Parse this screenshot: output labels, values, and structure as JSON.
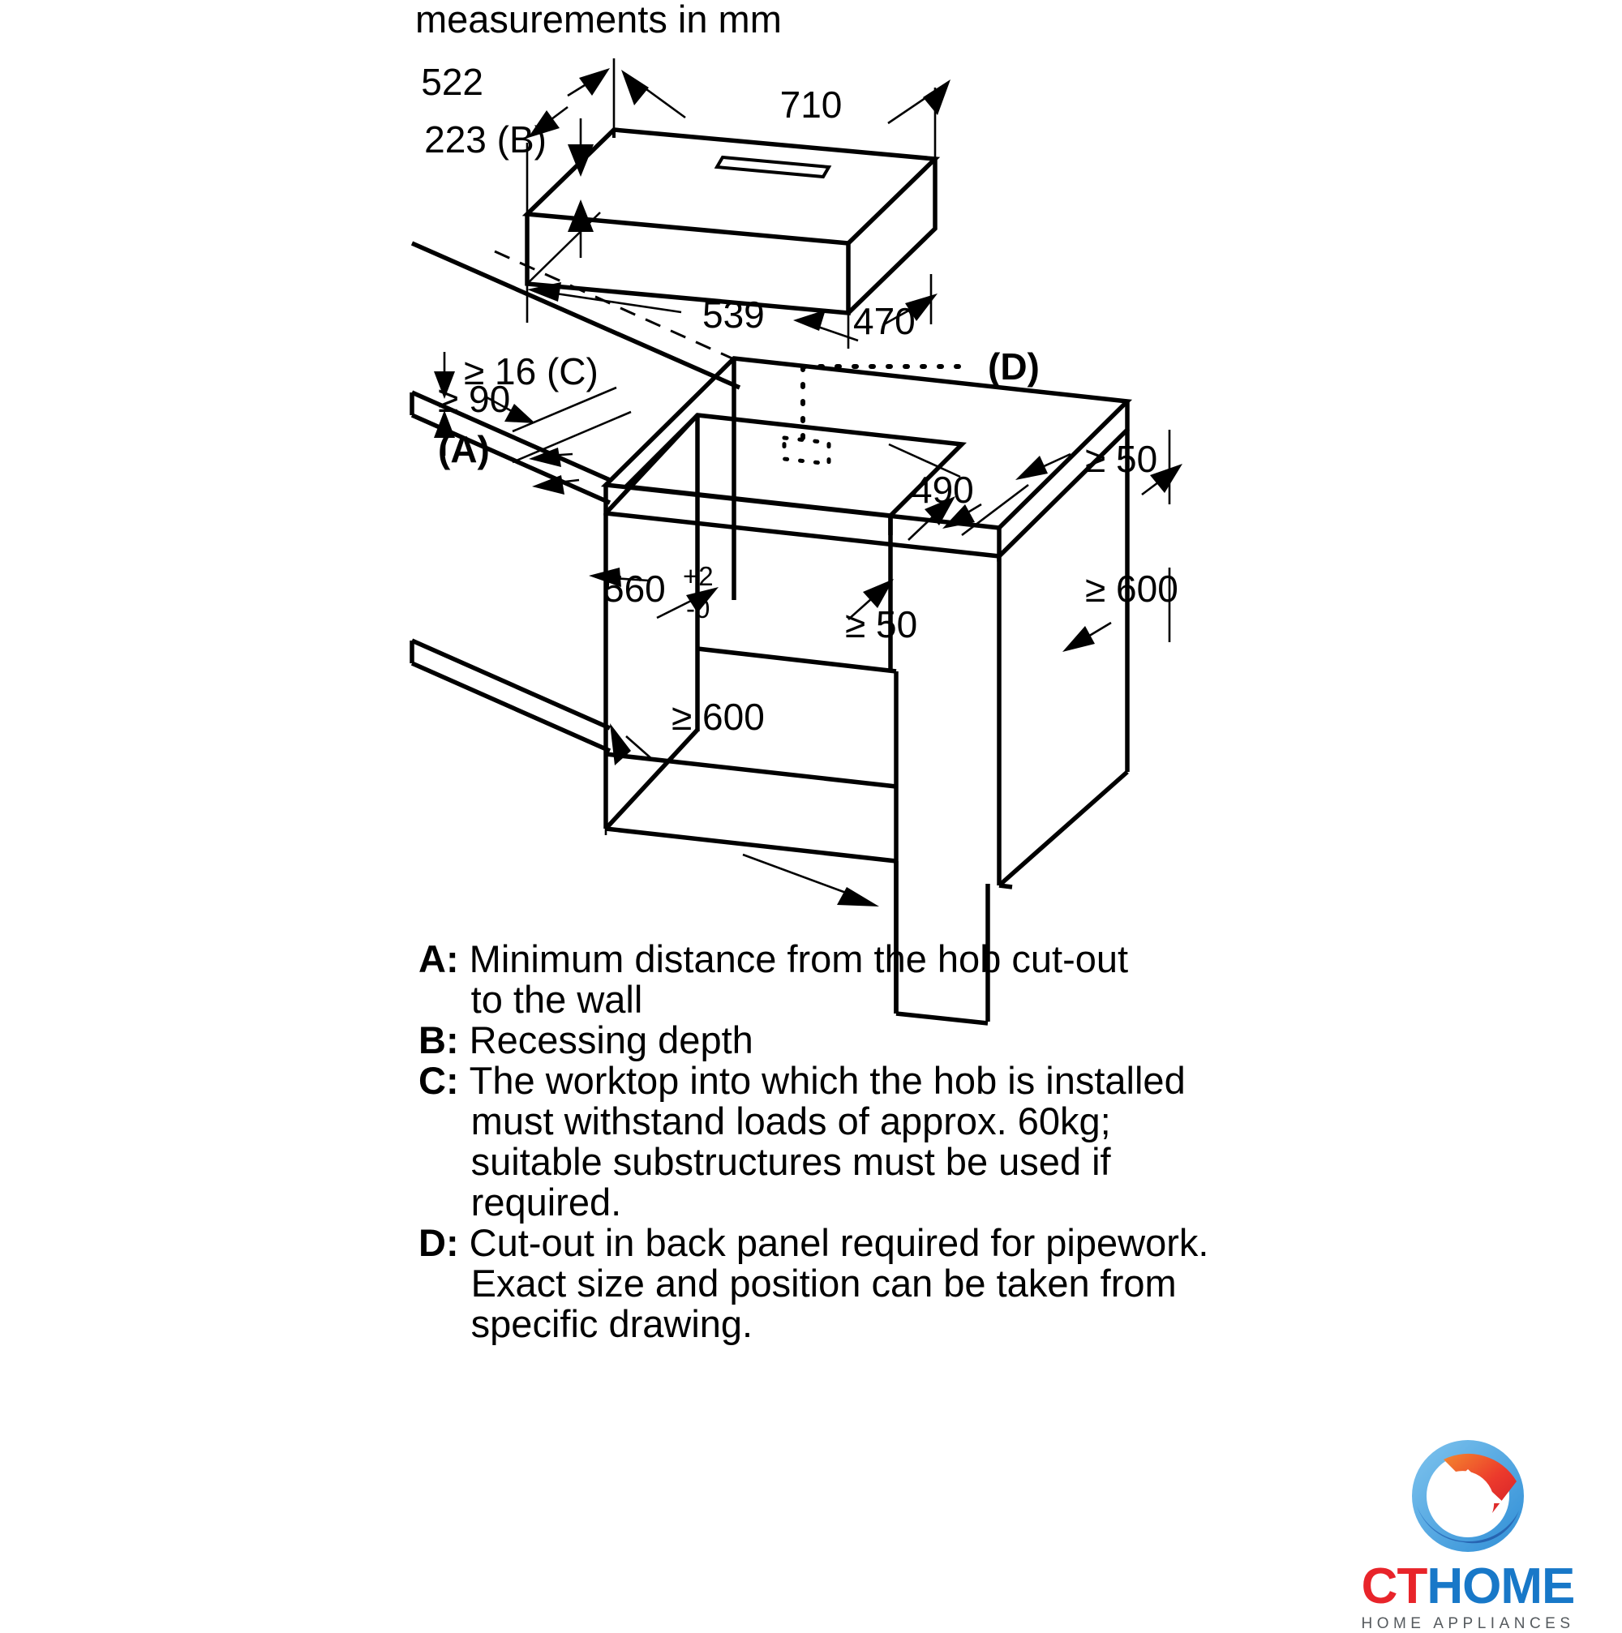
{
  "heading": "measurements in mm",
  "appliance_dimensions": {
    "width_top": "710",
    "depth_top": "522",
    "recess_depth": "223 (B)",
    "body_width": "539",
    "body_depth": "470"
  },
  "worktop_dimensions": {
    "worktop_thickness": "≥ 16 (C)",
    "wall_distance_value": "≥ 90",
    "wall_distance_key": "(A)",
    "cutout_width": "560",
    "cutout_tol_upper": "+2",
    "cutout_tol_lower": "-0",
    "cutout_depth": "490",
    "rear_clearance": "≥ 50",
    "side_clearance": "≥ 50",
    "cabinet_depth": "≥ 600",
    "cabinet_width": "≥ 600",
    "back_panel_cutout_key": "(D)"
  },
  "legend": [
    {
      "key": "A",
      "lines": [
        "Minimum distance from the hob cut-out",
        "to the wall"
      ]
    },
    {
      "key": "B",
      "lines": [
        "Recessing depth"
      ]
    },
    {
      "key": "C",
      "lines": [
        "The worktop into which the hob is installed",
        "must withstand loads of approx. 60kg;",
        "suitable substructures must be used if",
        "required."
      ]
    },
    {
      "key": "D",
      "lines": [
        "Cut-out in back panel required for pipework.",
        "Exact size and position can be taken from",
        "specific drawing."
      ]
    }
  ],
  "logo": {
    "icon": "house-circle-swoosh-icon",
    "word_first": "CT",
    "word_second": "HOME",
    "tagline": "HOME APPLIANCES",
    "color_red": "#e8242a",
    "color_blue": "#1878c8",
    "color_tagline": "#555a5e"
  },
  "colors": {
    "line": "#000000",
    "background": "#ffffff"
  }
}
